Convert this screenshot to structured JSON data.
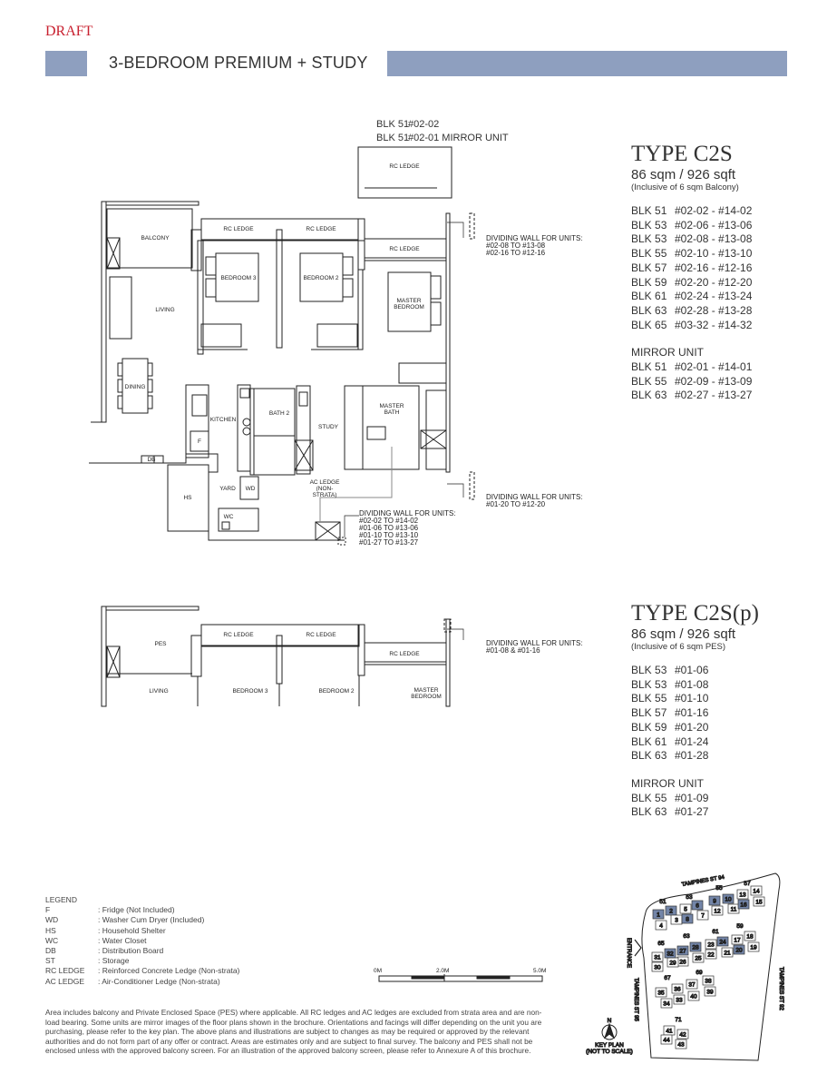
{
  "header": {
    "draft": "DRAFT",
    "title": "3-BEDROOM PREMIUM + STUDY",
    "accent_color": "#8e9fbf",
    "draft_color": "#c8202f"
  },
  "plan_top": {
    "unit_ref": [
      {
        "blk": "BLK 51",
        "unit": "#02-02"
      },
      {
        "blk": "BLK 51",
        "unit": "#02-01 MIRROR UNIT"
      }
    ],
    "rooms": {
      "rc_ledge_top": "RC LEDGE",
      "balcony": "BALCONY",
      "rc_ledge_1": "RC LEDGE",
      "rc_ledge_2": "RC LEDGE",
      "rc_ledge_3": "RC LEDGE",
      "bedroom3": "BEDROOM 3",
      "bedroom2": "BEDROOM 2",
      "master_bedroom": "MASTER BEDROOM",
      "living": "LIVING",
      "dining": "DINING",
      "kitchen": "KITCHEN",
      "fridge": "F",
      "bath2": "BATH 2",
      "study": "STUDY",
      "master_bath": "MASTER BATH",
      "db": "DB",
      "hs": "HS",
      "yard": "YARD",
      "wd": "WD",
      "wc": "WC",
      "ac_ledge": "AC LEDGE (NON-STRATA)"
    },
    "dividing_walls": [
      {
        "title": "DIVIDING WALL FOR UNITS:",
        "units": [
          "#02-08 TO #13-08",
          "#02-16 TO #12-16"
        ]
      },
      {
        "title": "DIVIDING WALL FOR UNITS:",
        "units": [
          "#01-20 TO #12-20"
        ]
      },
      {
        "title": "DIVIDING WALL FOR UNITS:",
        "units": [
          "#02-02 TO #14-02",
          "#01-06 TO #13-06",
          "#01-10 TO #13-10",
          "#01-27 TO #13-27"
        ]
      }
    ]
  },
  "type_c2s": {
    "title": "TYPE C2S",
    "area": "86 sqm / 926 sqft",
    "inclusive": "(Inclusive of 6 sqm Balcony)",
    "units": [
      [
        "BLK 51",
        "#02-02 - #14-02"
      ],
      [
        "BLK 53",
        "#02-06 - #13-06"
      ],
      [
        "BLK 53",
        "#02-08 - #13-08"
      ],
      [
        "BLK 55",
        "#02-10 - #13-10"
      ],
      [
        "BLK 57",
        "#02-16 - #12-16"
      ],
      [
        "BLK 59",
        "#02-20 - #12-20"
      ],
      [
        "BLK 61",
        "#02-24 - #13-24"
      ],
      [
        "BLK 63",
        "#02-28 - #13-28"
      ],
      [
        "BLK 65",
        "#03-32 - #14-32"
      ]
    ],
    "mirror_heading": "MIRROR UNIT",
    "mirror_units": [
      [
        "BLK 51",
        "#02-01 - #14-01"
      ],
      [
        "BLK 55",
        "#02-09 - #13-09"
      ],
      [
        "BLK 63",
        "#02-27 - #13-27"
      ]
    ]
  },
  "plan_bottom": {
    "rooms": {
      "pes": "PES",
      "rc_ledge_1": "RC LEDGE",
      "rc_ledge_2": "RC LEDGE",
      "rc_ledge_3": "RC LEDGE",
      "living": "LIVING",
      "bedroom3": "BEDROOM 3",
      "bedroom2": "BEDROOM 2",
      "master_bedroom": "MASTER BEDROOM"
    },
    "dividing_wall": {
      "title": "DIVIDING WALL FOR UNITS:",
      "units": "#01-08 & #01-16"
    }
  },
  "type_c2sp": {
    "title": "TYPE C2S(p)",
    "area": "86 sqm / 926 sqft",
    "inclusive": "(Inclusive of 6 sqm PES)",
    "units": [
      [
        "BLK 53",
        "#01-06"
      ],
      [
        "BLK 53",
        "#01-08"
      ],
      [
        "BLK 55",
        "#01-10"
      ],
      [
        "BLK 57",
        "#01-16"
      ],
      [
        "BLK 59",
        "#01-20"
      ],
      [
        "BLK 61",
        "#01-24"
      ],
      [
        "BLK 63",
        "#01-28"
      ]
    ],
    "mirror_heading": "MIRROR UNIT",
    "mirror_units": [
      [
        "BLK 55",
        "#01-09"
      ],
      [
        "BLK 63",
        "#01-27"
      ]
    ]
  },
  "legend": {
    "heading": "LEGEND",
    "items": [
      [
        "F",
        ": Fridge (Not Included)"
      ],
      [
        "WD",
        ": Washer Cum Dryer (Included)"
      ],
      [
        "HS",
        ": Household Shelter"
      ],
      [
        "WC",
        ": Water Closet"
      ],
      [
        "DB",
        ": Distribution Board"
      ],
      [
        "ST",
        ": Storage"
      ],
      [
        "RC LEDGE",
        ": Reinforced Concrete Ledge (Non-strata)"
      ],
      [
        "AC LEDGE",
        ": Air-Conditioner Ledge (Non-strata)"
      ]
    ]
  },
  "scale_bar": {
    "labels": [
      "0M",
      "2.0M",
      "5.0M"
    ]
  },
  "disclaimer": "Area includes balcony and Private Enclosed Space (PES) where applicable. All RC ledges and AC ledges are excluded from strata area and are non-load bearing. Some units are mirror images of the floor plans shown in the brochure. Orientations and facings will differ depending on the unit you are purchasing, please refer to the key plan. The above plans and illustrations are subject to changes as may be required or approved by the relevant authorities and do not form part of any offer or contract. Areas are estimates only and are subject to final survey. The balcony and PES shall not be enclosed unless with the approved balcony screen. For an illustration of the approved balcony screen, please refer to Annexure A of this brochure.",
  "key_plan": {
    "roads": {
      "north": "TAMPINES ST 94",
      "west": "TAMPINES ST 95",
      "east": "TAMPINES ST 92"
    },
    "entrance": "ENTRANCE",
    "north_label": "N",
    "caption": [
      "KEY PLAN",
      "(NOT TO SCALE)"
    ],
    "highlight_color": "#7385a8",
    "blocks": [
      "51",
      "53",
      "55",
      "57",
      "61",
      "59",
      "63",
      "65",
      "67",
      "69",
      "71"
    ],
    "units": [
      {
        "n": "1",
        "hl": true
      },
      {
        "n": "2",
        "hl": true
      },
      {
        "n": "3",
        "hl": false
      },
      {
        "n": "4",
        "hl": false
      },
      {
        "n": "5",
        "hl": false
      },
      {
        "n": "6",
        "hl": true
      },
      {
        "n": "7",
        "hl": false
      },
      {
        "n": "8",
        "hl": true
      },
      {
        "n": "9",
        "hl": true
      },
      {
        "n": "10",
        "hl": true
      },
      {
        "n": "11",
        "hl": false
      },
      {
        "n": "12",
        "hl": false
      },
      {
        "n": "13",
        "hl": false
      },
      {
        "n": "14",
        "hl": false
      },
      {
        "n": "15",
        "hl": false
      },
      {
        "n": "16",
        "hl": true
      },
      {
        "n": "17",
        "hl": false
      },
      {
        "n": "18",
        "hl": false
      },
      {
        "n": "19",
        "hl": false
      },
      {
        "n": "20",
        "hl": true
      },
      {
        "n": "21",
        "hl": false
      },
      {
        "n": "22",
        "hl": false
      },
      {
        "n": "23",
        "hl": false
      },
      {
        "n": "24",
        "hl": true
      },
      {
        "n": "25",
        "hl": false
      },
      {
        "n": "26",
        "hl": false
      },
      {
        "n": "27",
        "hl": true
      },
      {
        "n": "28",
        "hl": true
      },
      {
        "n": "29",
        "hl": false
      },
      {
        "n": "30",
        "hl": false
      },
      {
        "n": "31",
        "hl": false
      },
      {
        "n": "32",
        "hl": true
      },
      {
        "n": "33",
        "hl": false
      },
      {
        "n": "34",
        "hl": false
      },
      {
        "n": "35",
        "hl": false
      },
      {
        "n": "36",
        "hl": false
      },
      {
        "n": "37",
        "hl": false
      },
      {
        "n": "38",
        "hl": false
      },
      {
        "n": "39",
        "hl": false
      },
      {
        "n": "40",
        "hl": false
      },
      {
        "n": "41",
        "hl": false
      },
      {
        "n": "42",
        "hl": false
      },
      {
        "n": "43",
        "hl": false
      },
      {
        "n": "44",
        "hl": false
      }
    ]
  }
}
